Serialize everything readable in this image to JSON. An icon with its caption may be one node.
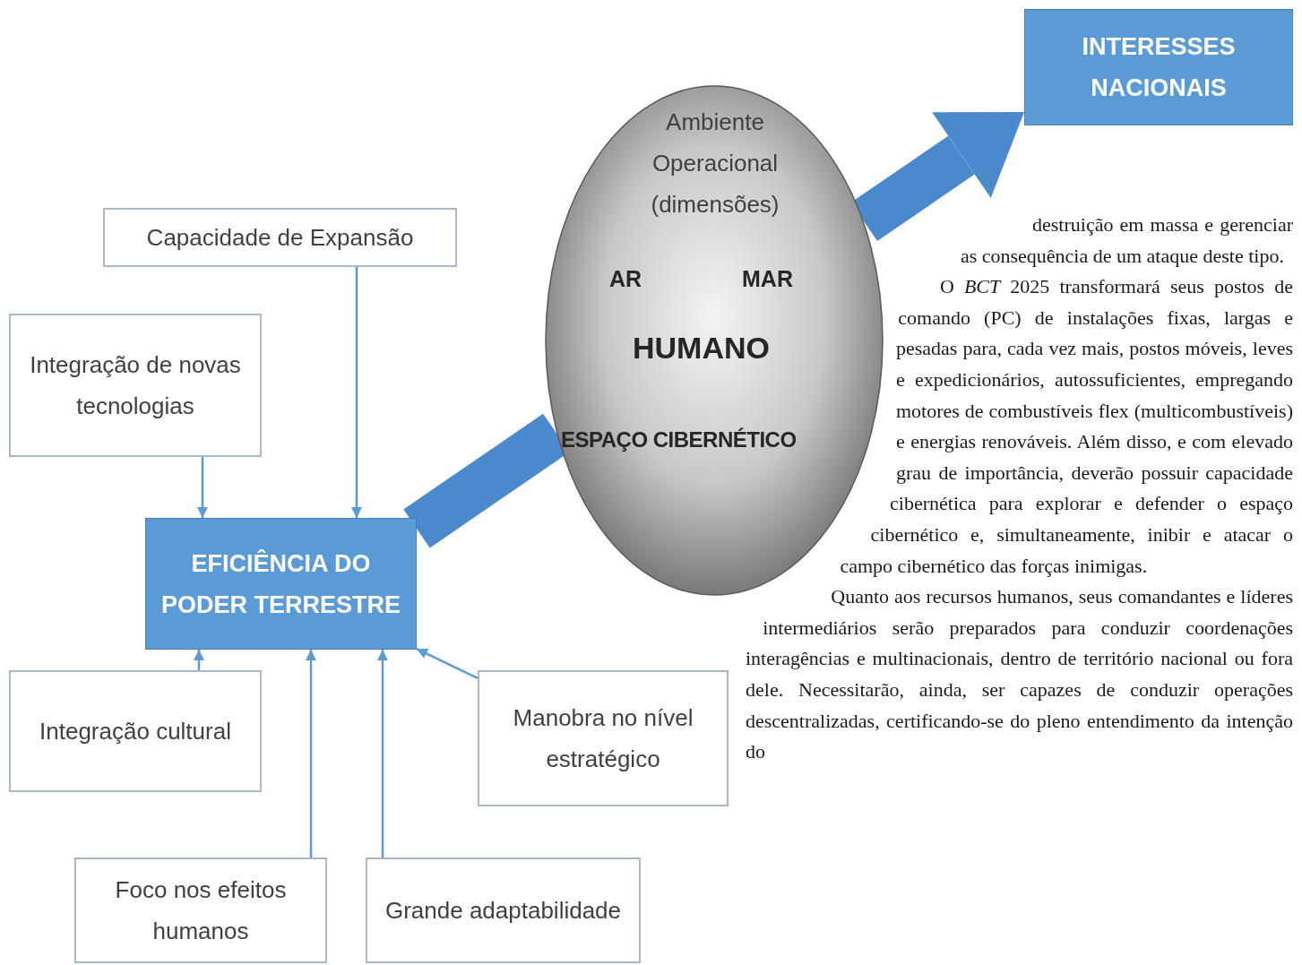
{
  "diagram": {
    "nodes": [
      {
        "text": [
          "Capacidade de Expansão"
        ]
      },
      {
        "text": [
          "Integração de novas tecnologias"
        ]
      },
      {
        "text": [
          "EFICIÊNCIA DO PODER TERRESTRE"
        ]
      },
      {
        "text": [
          "Integração cultural"
        ]
      },
      {
        "text": [
          "Manobra no nível estratégico"
        ]
      },
      {
        "text": [
          "Foco nos efeitos humanos"
        ]
      },
      {
        "text": [
          "Grande adaptabilidade"
        ]
      },
      {
        "text": [
          "Ambiente Operacional (dimensões)",
          "AR",
          "MAR",
          "HUMANO",
          "ESPAÇO CIBERNÉTICO"
        ]
      },
      {
        "text": [
          "INTERESSES NACIONAIS"
        ]
      }
    ],
    "edges": [
      {
        "from": 0,
        "to": 2,
        "arrow": "to"
      },
      {
        "from": 1,
        "to": 2,
        "arrow": "to"
      },
      {
        "from": 3,
        "to": 2,
        "arrow": "to"
      },
      {
        "from": 5,
        "to": 2,
        "arrow": "to"
      },
      {
        "from": 6,
        "to": 2,
        "arrow": "to"
      },
      {
        "from": 4,
        "to": 2,
        "arrow": "to"
      },
      {
        "from": 2,
        "to": 7,
        "arrow": "none",
        "style": "thick"
      },
      {
        "from": 7,
        "to": 8,
        "arrow": "to",
        "style": "thick"
      }
    ],
    "labels": [
      "destruição em massa e gerenciar as consequência de um ataque deste tipo.",
      "O *BCT* 2025 transformará seus postos de comando (PC) de instalações fixas, largas e pesadas para, cada vez mais, postos móveis, leves e expedicionários, autossuficientes, empregando motores de combustíveis flex (multicombustíveis) e energias renováveis. Além disso, e com elevado grau de importância, deverão possuir capacidade cibernética para explorar e defender o espaço cibernético e, simultaneamente, inibir e atacar o campo cibernético das forças inimigas.",
      "Quanto aos recursos humanos, seus comandantes e líderes intermediários serão preparados para conduzir coordenações interagências e multinacionais, dentro de território nacional ou fora dele. Necessitarão, ainda, ser capazes de conduzir operações descentralizadas, certificando-se do pleno entendimento da intenção do"
    ]
  }
}
